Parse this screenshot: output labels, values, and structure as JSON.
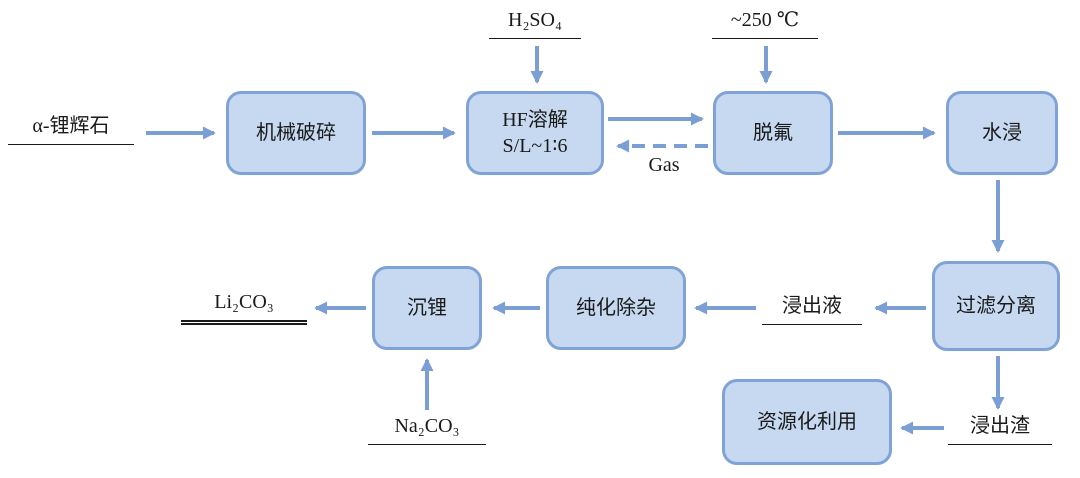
{
  "diagram_title": "alpha-spodumene HF lithium extraction process flow",
  "colors": {
    "box_fill": "#c6d9f0",
    "box_border": "#7fa3d7",
    "arrow": "#7b9fd4",
    "text": "#1a1a1a"
  },
  "nodes": {
    "crushing": {
      "label": "机械破碎"
    },
    "hf": {
      "line1": "HF溶解",
      "line2": "S/L~1∶6"
    },
    "defluorination": {
      "label": "脱氟"
    },
    "water_leaching": {
      "label": "水浸"
    },
    "filtration": {
      "label": "过滤分离"
    },
    "purification": {
      "label": "纯化除杂"
    },
    "precipitation": {
      "label": "沉锂"
    },
    "resource_utilization": {
      "label": "资源化利用"
    }
  },
  "labels": {
    "feed": "α-锂辉石",
    "sulfuric_acid": "H₂SO₄",
    "temperature": "~250 ℃",
    "gas": "Gas",
    "leachate": "浸出液",
    "lithium_carbonate": "Li₂CO₃",
    "sodium_carbonate": "Na₂CO₃",
    "residue": "浸出渣"
  }
}
